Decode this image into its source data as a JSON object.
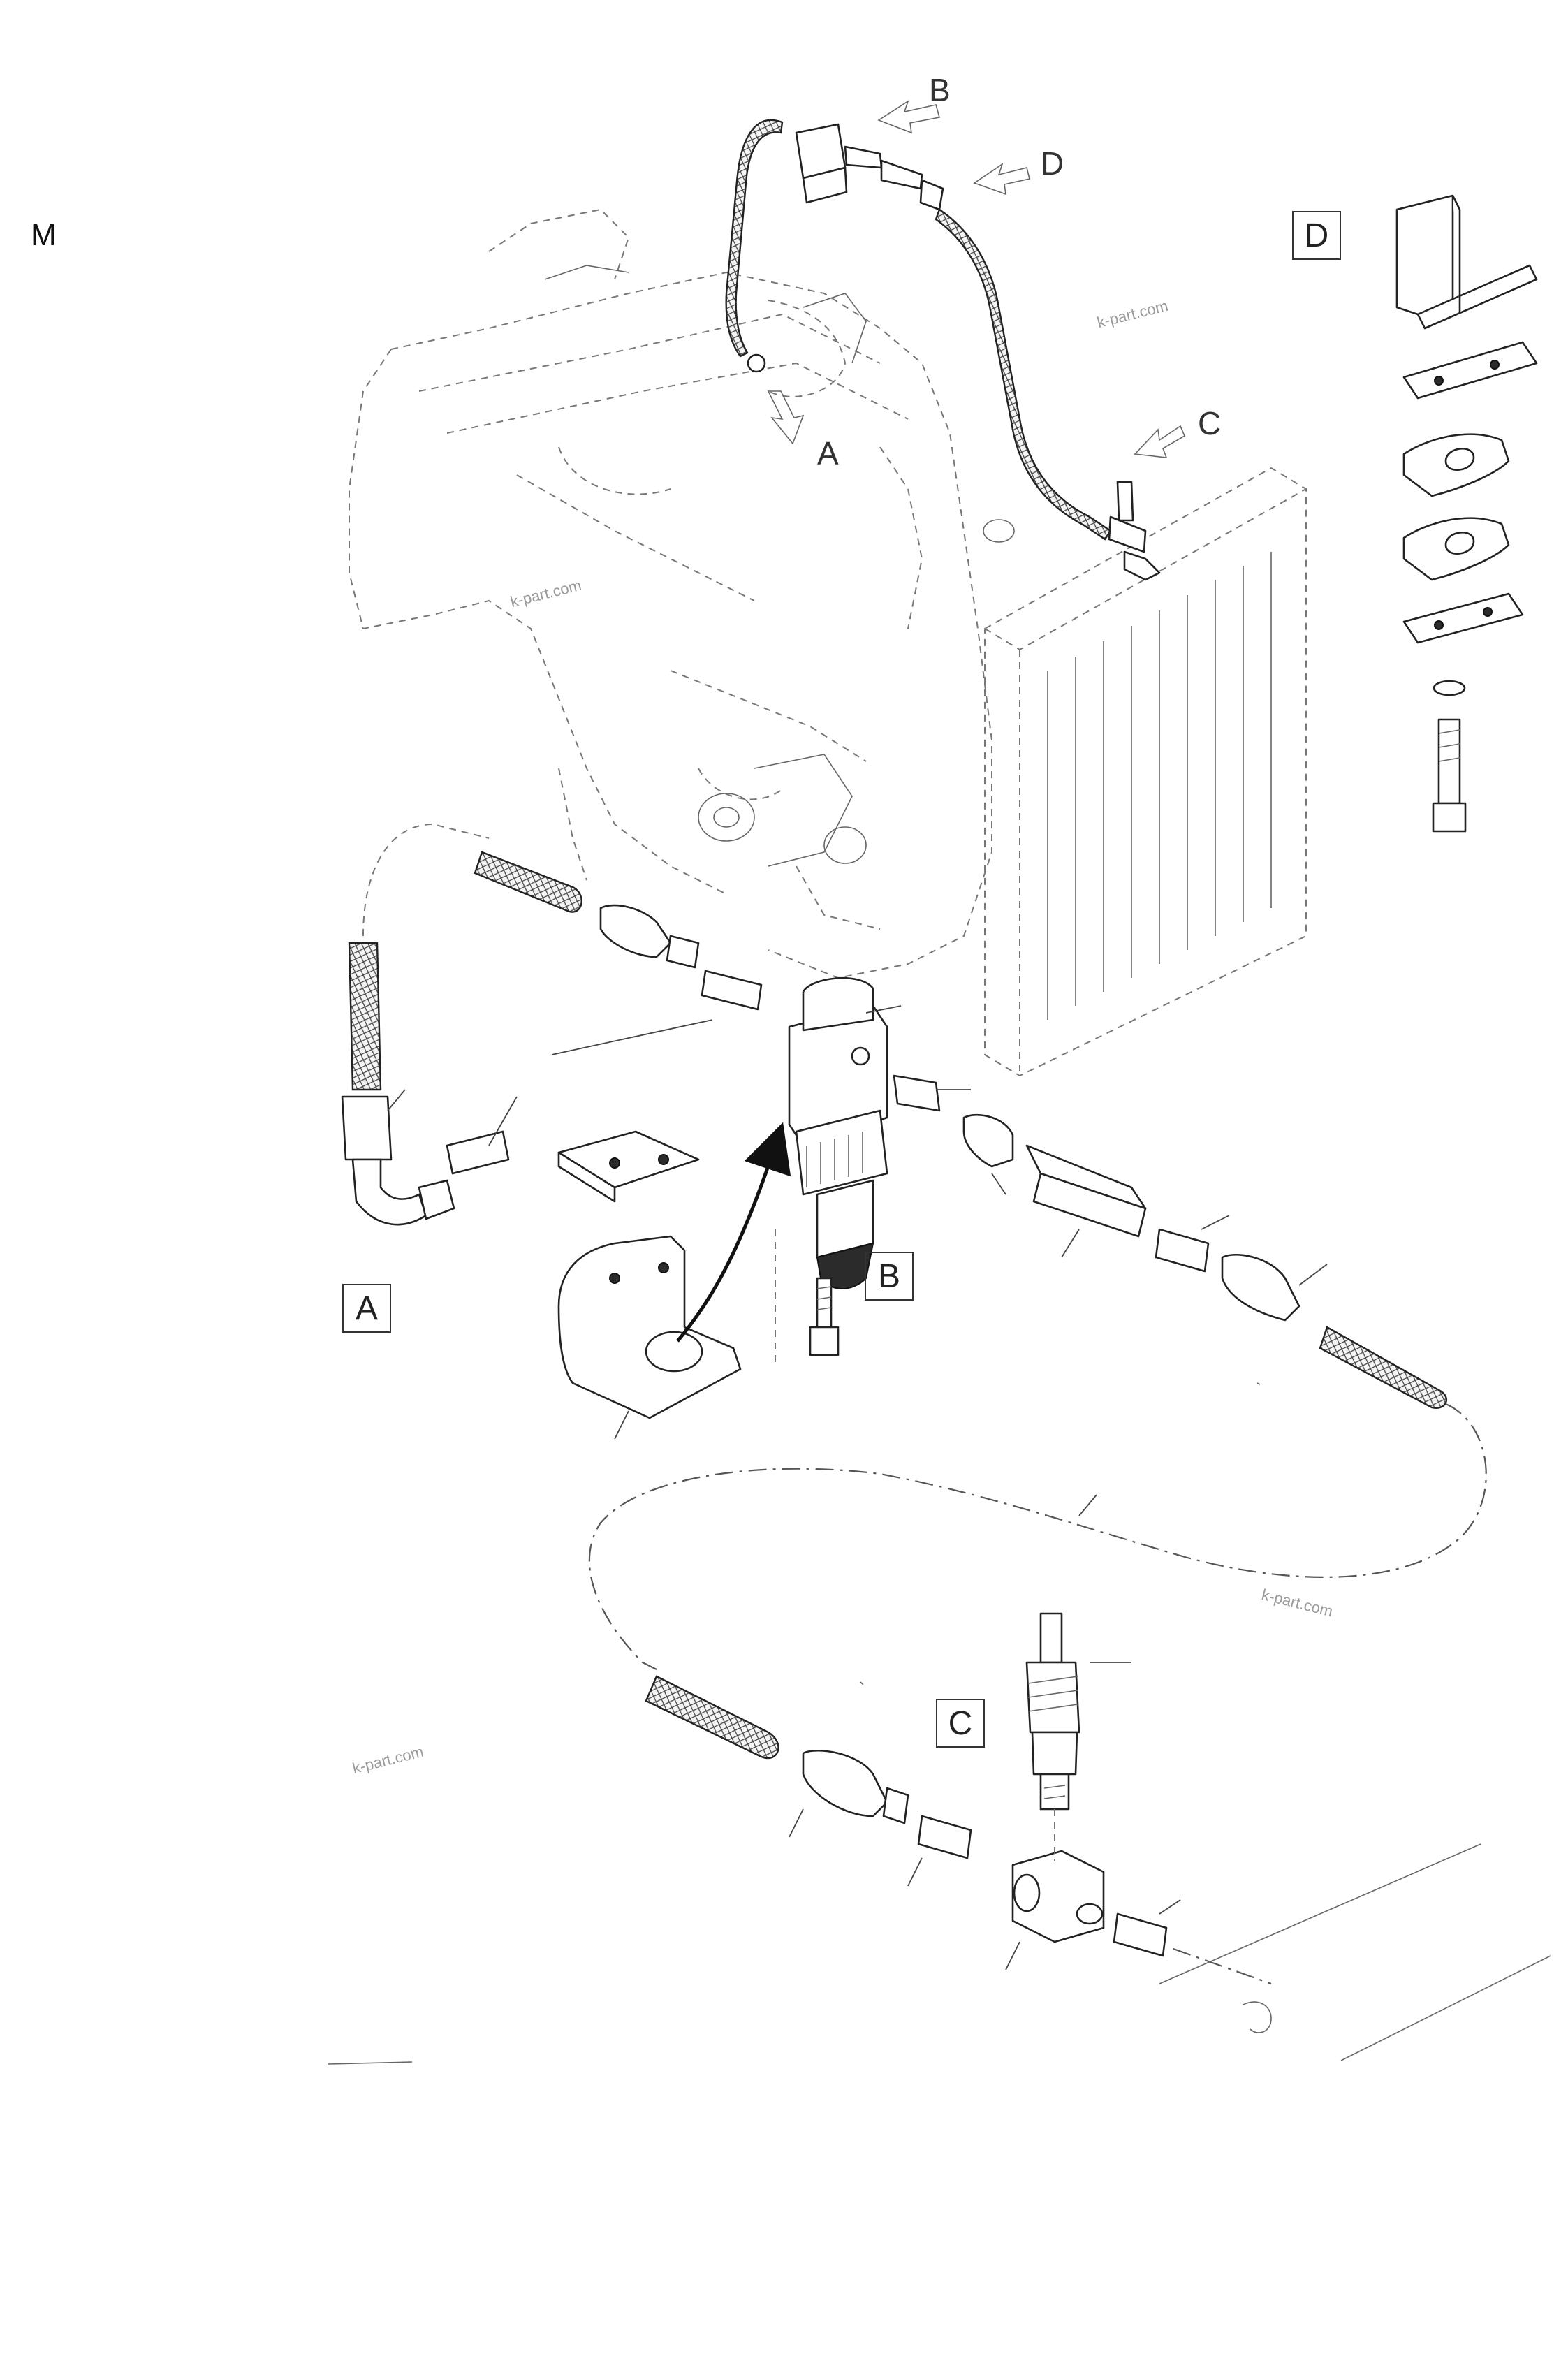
{
  "page": {
    "letter": "M"
  },
  "callouts": {
    "top": [
      "B",
      "D",
      "A",
      "C"
    ],
    "boxed": [
      "D",
      "A",
      "B",
      "C"
    ]
  },
  "watermark": "k-part.com",
  "colors": {
    "line": "#333333",
    "engine_ghost": "#9a9a9a",
    "background": "#ffffff"
  },
  "icons": [
    "arrow-callout-icon",
    "hex-bolt-icon",
    "hose-fitting-icon",
    "tee-fitting-icon"
  ]
}
